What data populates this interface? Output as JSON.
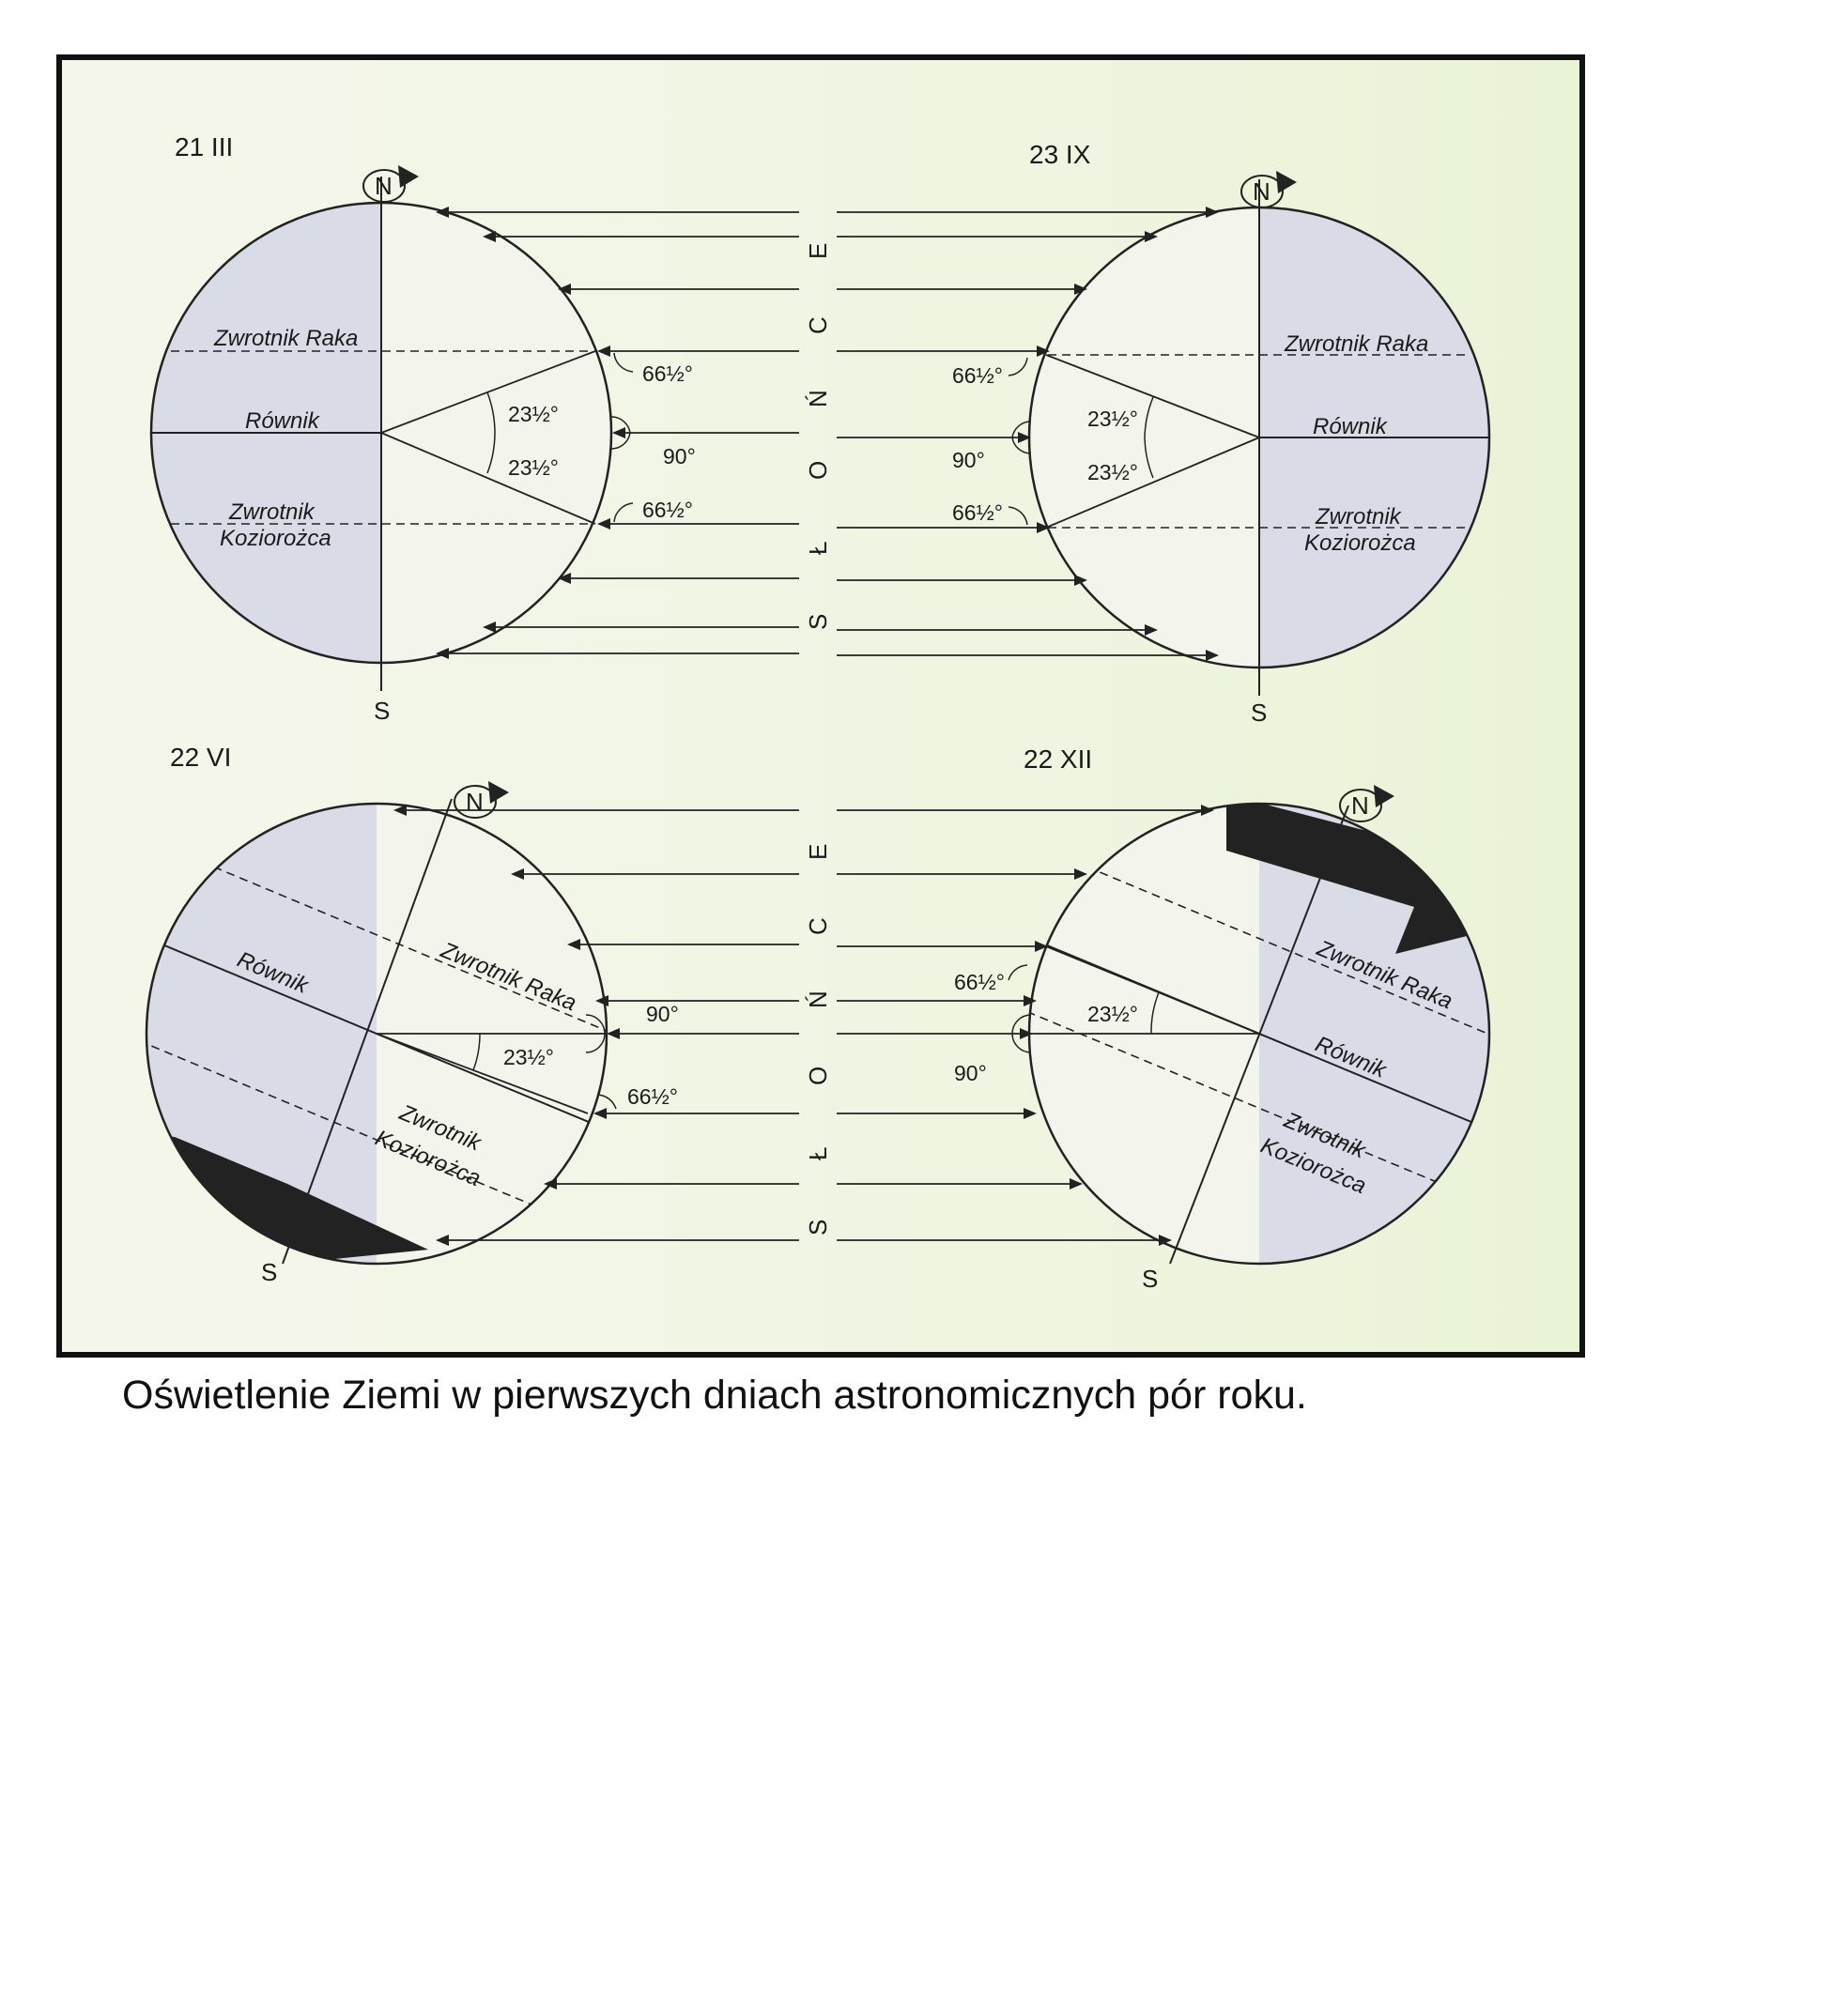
{
  "caption": "Oświetlenie Ziemi w pierwszych dniach astronomicznych pór roku.",
  "colors": {
    "night": "#d9dbe6",
    "polar_night": "#222222",
    "background": "#eef4e2",
    "ink": "#222222"
  },
  "sun_label": [
    "S",
    "Ł",
    "O",
    "Ń",
    "C",
    "E"
  ],
  "panels": {
    "mar": {
      "date": "21 III",
      "north": "N",
      "south": "S",
      "tropic_cancer": "Zwrotnik Raka",
      "equator": "Równik",
      "tropic_capricorn_1": "Zwrotnik",
      "tropic_capricorn_2": "Koziorożca",
      "angle_tilt_upper": "23½°",
      "angle_tilt_lower": "23½°",
      "angle_upper": "66½°",
      "angle_mid": "90°",
      "angle_lower": "66½°"
    },
    "sep": {
      "date": "23 IX",
      "north": "N",
      "south": "S",
      "tropic_cancer": "Zwrotnik Raka",
      "equator": "Równik",
      "tropic_capricorn_1": "Zwrotnik",
      "tropic_capricorn_2": "Koziorożca",
      "angle_tilt_upper": "23½°",
      "angle_tilt_lower": "23½°",
      "angle_upper": "66½°",
      "angle_mid": "90°",
      "angle_lower": "66½°"
    },
    "jun": {
      "date": "22 VI",
      "north": "N",
      "south": "S",
      "tropic_cancer": "Zwrotnik Raka",
      "equator": "Równik",
      "tropic_capricorn_1": "Zwrotnik",
      "tropic_capricorn_2": "Koziorożca",
      "angle_tilt": "23½°",
      "angle_mid": "90°",
      "angle_lower": "66½°"
    },
    "dec": {
      "date": "22 XII",
      "north": "N",
      "south": "S",
      "tropic_cancer": "Zwrotnik Raka",
      "equator": "Równik",
      "tropic_capricorn_1": "Zwrotnik",
      "tropic_capricorn_2": "Koziorożca",
      "angle_tilt": "23½°",
      "angle_upper": "66½°",
      "angle_mid": "90°"
    }
  }
}
